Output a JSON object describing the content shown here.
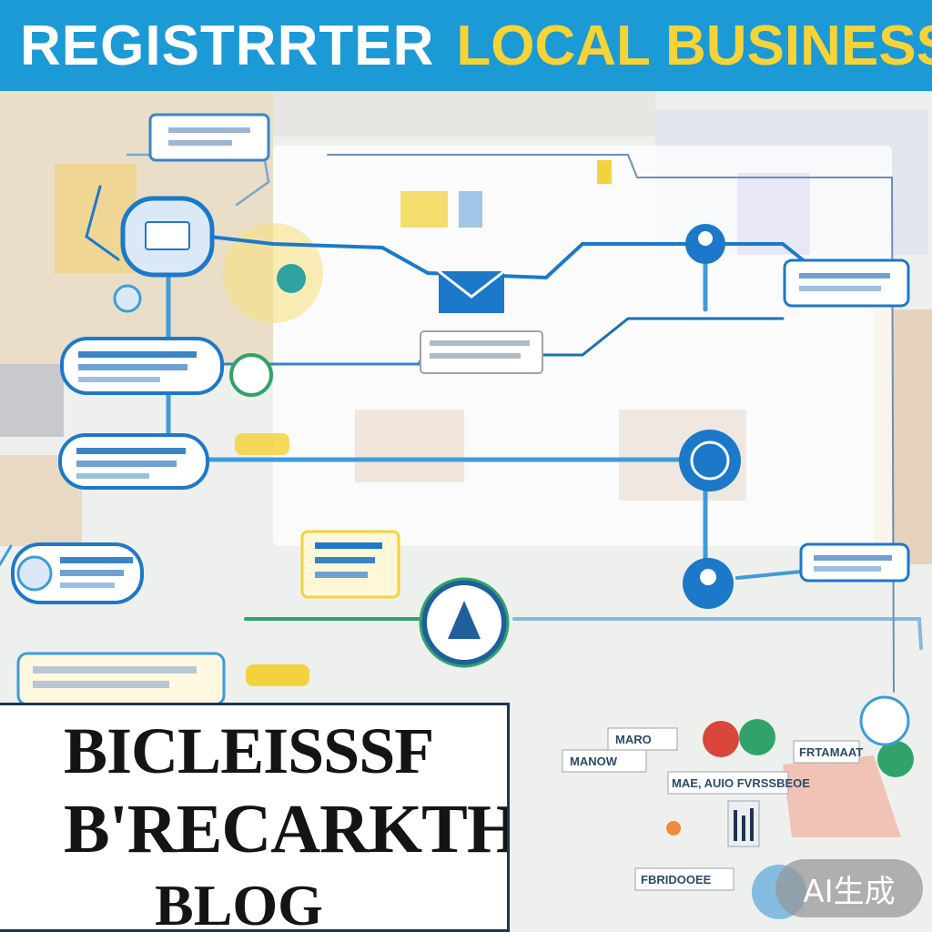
{
  "header": {
    "title_part1": "REGISTRRTER",
    "title_part2": "LOCAL BUSINESS",
    "color_bg": "#1c9ad6",
    "color_part1": "#ffffff",
    "color_part2": "#f6d336"
  },
  "title_box": {
    "line1": "BICLEISSSF",
    "line2": "B'RECARKTH",
    "line3": "BLOG"
  },
  "diagram": {
    "node_icons": [
      "laptop-icon",
      "person-icon",
      "mail-icon",
      "globe-icon",
      "person-icon",
      "compass-icon",
      "megaphone-icon"
    ],
    "accent_colors": [
      "#1c79c9",
      "#3f9bd9",
      "#f3d33d",
      "#2fa36a",
      "#d9463b"
    ]
  },
  "right_labels": {
    "label1": "MARO",
    "label2": "MANOW",
    "label3": "MAE, AUIO FVRSSBEOE",
    "label4": "FRTAMAAT",
    "label5": "FBRIDOOEE"
  },
  "watermark": {
    "text": "AI生成"
  }
}
